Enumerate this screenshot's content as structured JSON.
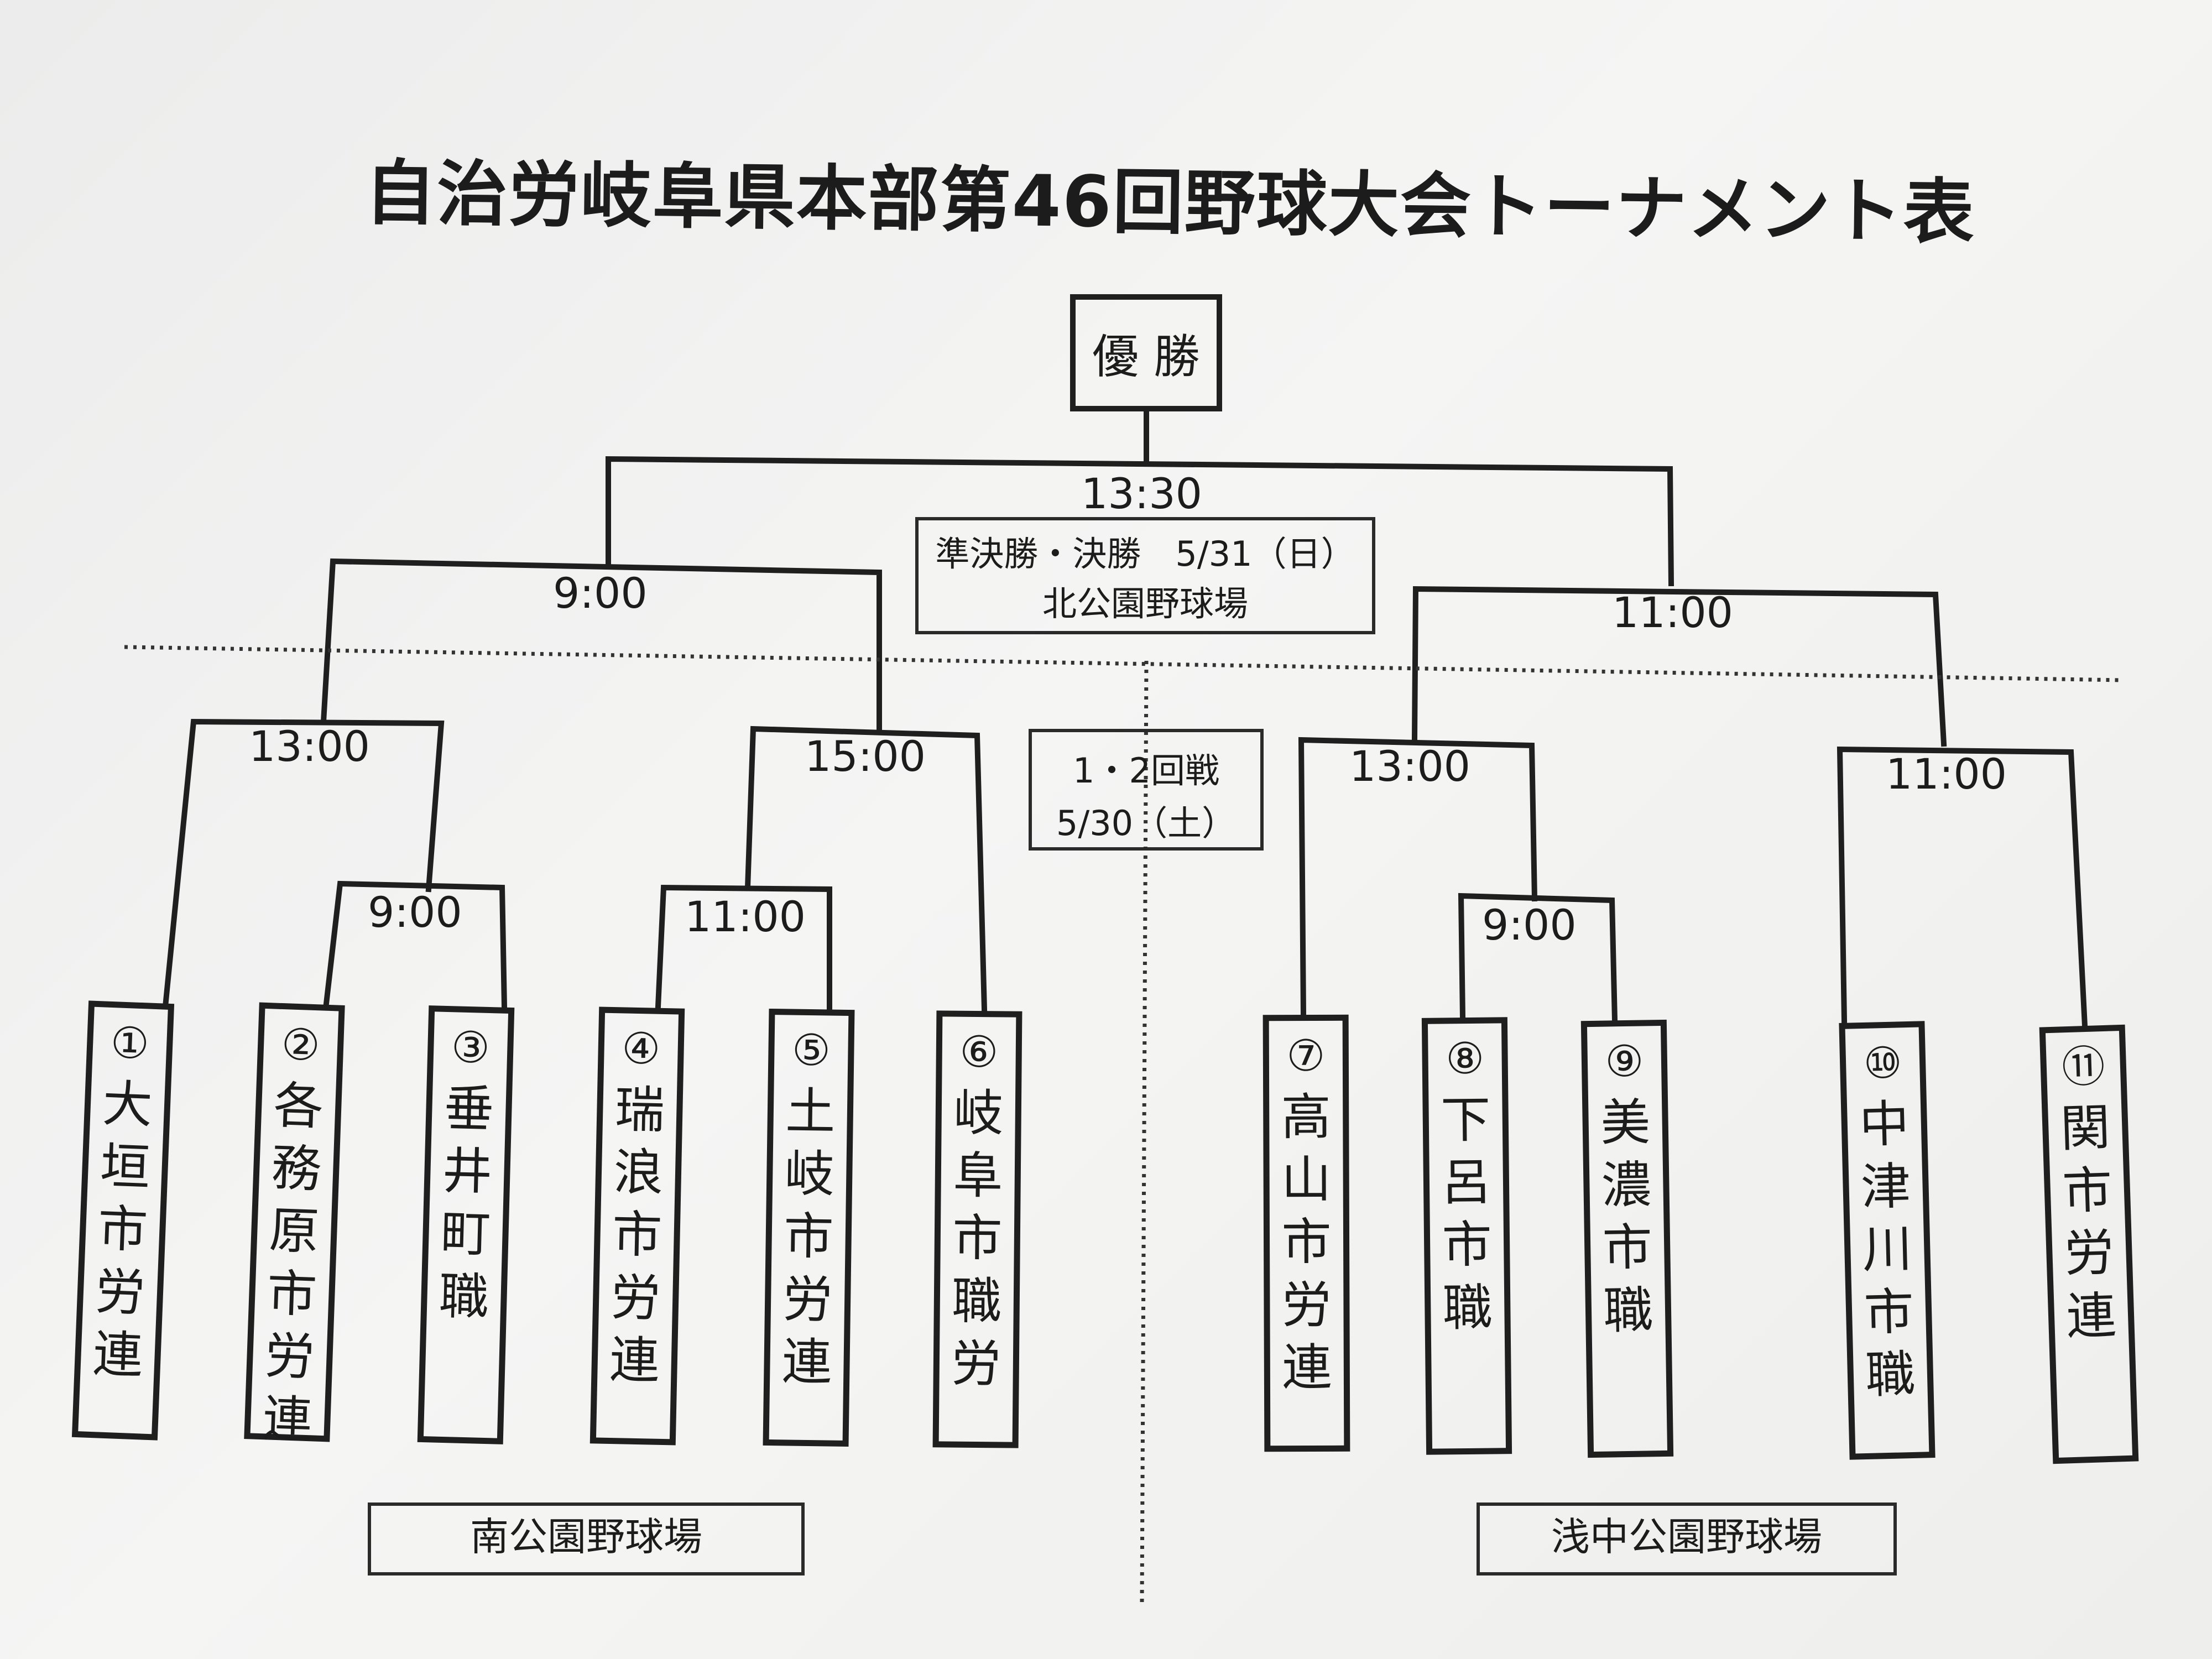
{
  "title": "自治労岐阜県本部第46回野球大会トーナメント表",
  "champion_label": "優 勝",
  "final_time": "13:30",
  "semifinal_left_time": "9:00",
  "semifinal_right_time": "11:00",
  "semifinal_info": {
    "line1": "準決勝・決勝　5/31（日）",
    "line2": "北公園野球場"
  },
  "rounds_info": {
    "line1": "1・2回戦",
    "line2": "5/30（土）"
  },
  "match_times": {
    "m_1_23": "13:00",
    "m_2_3": "9:00",
    "m_45_6": "15:00",
    "m_4_5": "11:00",
    "m_7_89": "13:00",
    "m_8_9": "9:00",
    "m_10_11": "11:00"
  },
  "teams": [
    {
      "num": "①",
      "name": [
        "大",
        "垣",
        "市",
        "労",
        "連"
      ]
    },
    {
      "num": "②",
      "name": [
        "各",
        "務",
        "原",
        "市",
        "労",
        "連"
      ]
    },
    {
      "num": "③",
      "name": [
        "垂",
        "井",
        "町",
        "職"
      ]
    },
    {
      "num": "④",
      "name": [
        "瑞",
        "浪",
        "市",
        "労",
        "連"
      ]
    },
    {
      "num": "⑤",
      "name": [
        "土",
        "岐",
        "市",
        "労",
        "連"
      ]
    },
    {
      "num": "⑥",
      "name": [
        "岐",
        "阜",
        "市",
        "職",
        "労"
      ]
    },
    {
      "num": "⑦",
      "name": [
        "高",
        "山",
        "市",
        "労",
        "連"
      ]
    },
    {
      "num": "⑧",
      "name": [
        "下",
        "呂",
        "市",
        "職"
      ]
    },
    {
      "num": "⑨",
      "name": [
        "美",
        "濃",
        "市",
        "職"
      ]
    },
    {
      "num": "⑩",
      "name": [
        "中",
        "津",
        "川",
        "市",
        "職"
      ]
    },
    {
      "num": "⑪",
      "name": [
        "関",
        "市",
        "労",
        "連"
      ]
    }
  ],
  "venues": {
    "south": "南公園野球場",
    "asanaka": "浅中公園野球場"
  }
}
